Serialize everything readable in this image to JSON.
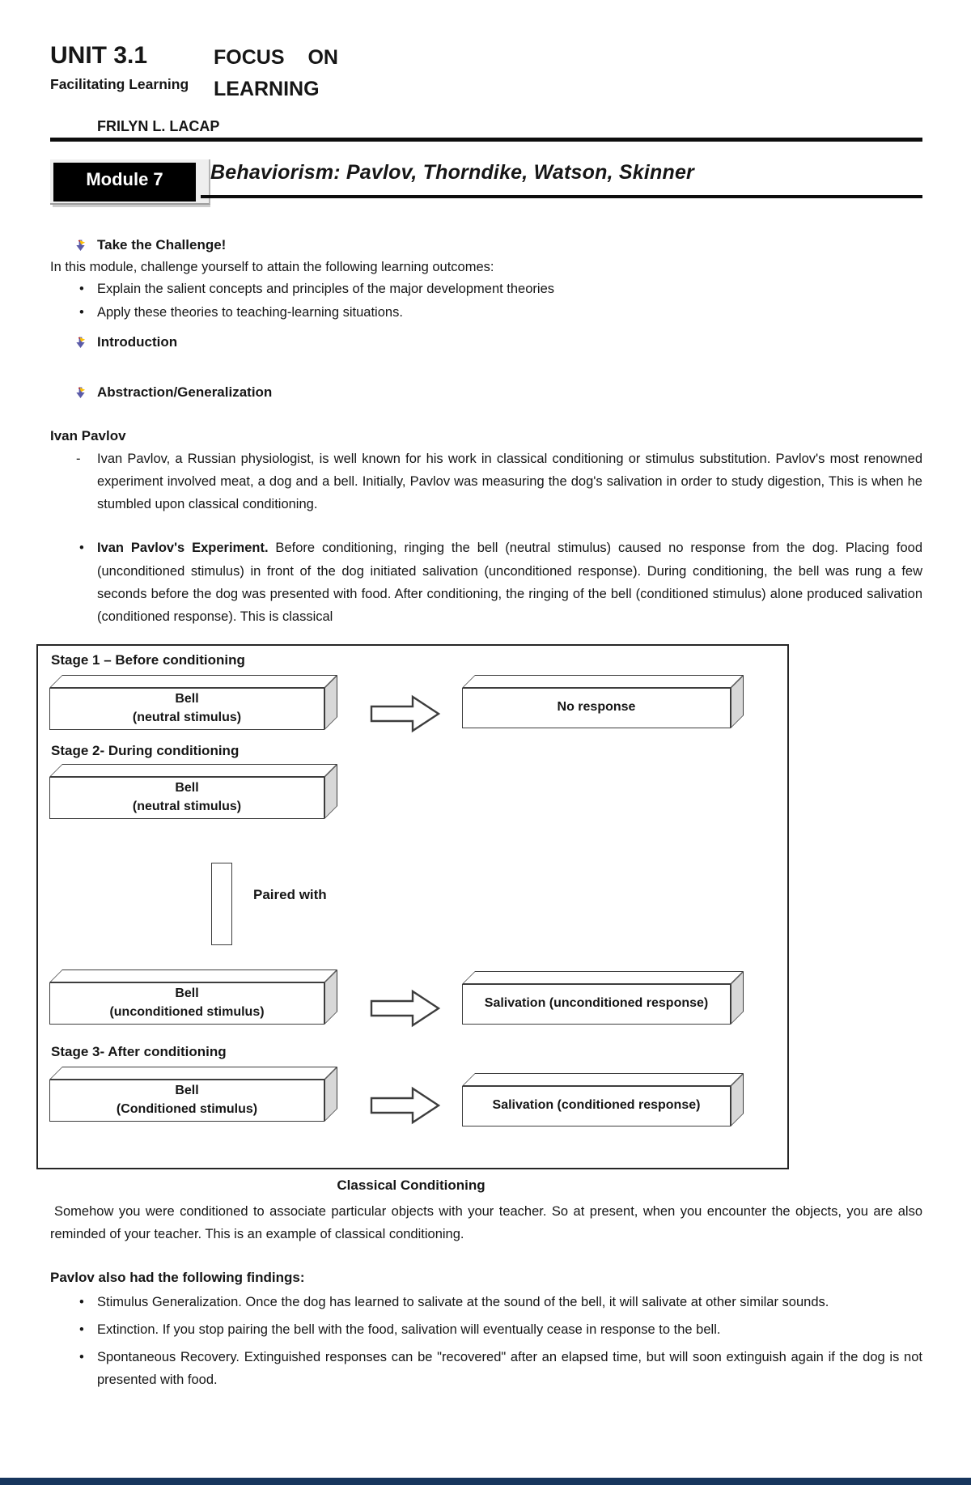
{
  "header": {
    "unit": "UNIT 3.1",
    "subject": "Facilitating Learning",
    "course_line1": "FOCUS ON",
    "course_line2": "LEARNING",
    "author": "FRILYN L. LACAP"
  },
  "module": {
    "label": "Module 7",
    "title": "Behaviorism: Pavlov, Thorndike, Watson, Skinner"
  },
  "glyphs": {
    "bullet": "•",
    "dash": "-"
  },
  "challenge": {
    "heading": "Take the Challenge!",
    "intro": "In this module, challenge yourself to attain the following learning outcomes:",
    "outcomes": [
      "Explain the salient concepts and principles of the major development theories",
      "Apply these theories to teaching-learning situations."
    ]
  },
  "sections": {
    "introduction": "Introduction",
    "abstraction": "Abstraction/Generalization"
  },
  "pavlov": {
    "heading": "Ivan Pavlov",
    "bio": "Ivan Pavlov, a Russian physiologist, is well known for his work in classical conditioning or stimulus substitution. Pavlov's most renowned experiment involved meat, a dog and a bell. Initially, Pavlov was measuring the dog's salivation in order to study digestion, This is when he stumbled upon classical conditioning.",
    "experiment_lead": "Ivan Pavlov's Experiment.",
    "experiment_body": " Before conditioning, ringing the bell (neutral stimulus) caused no response from the dog. Placing food (unconditioned stimulus) in front of the dog initiated salivation (unconditioned response). During conditioning, the bell was rung a few seconds before the dog was presented with food. After conditioning, the ringing of the bell (conditioned stimulus) alone produced salivation (conditioned response). This is classical"
  },
  "diagram": {
    "stage1": "Stage 1 – Before conditioning",
    "stage2": "Stage 2- During conditioning",
    "stage3": "Stage 3- After conditioning",
    "bell_neutral_line1": "Bell",
    "bell_neutral_line2": "(neutral stimulus)",
    "no_response": "No response",
    "paired": "Paired with",
    "bell_uncond_line1": "Bell",
    "bell_uncond_line2": "(unconditioned stimulus)",
    "saliv_uncond": "Salivation (unconditioned response)",
    "bell_cond_line1": "Bell",
    "bell_cond_line2": "(Conditioned stimulus)",
    "saliv_cond": "Salivation (conditioned response)",
    "caption": "Classical Conditioning"
  },
  "closing": {
    "somehow": "Somehow you were conditioned to associate particular objects with your teacher. So at present, when you encounter the objects, you are also reminded of your teacher. This is an example of classical conditioning."
  },
  "findings": {
    "heading": "Pavlov also had the following findings:",
    "items": [
      "Stimulus Generalization. Once the dog has learned to salivate at the sound of the bell, it will salivate at other similar sounds.",
      "Extinction. If you stop pairing the bell with the food, salivation will eventually cease in response to the bell.",
      "Spontaneous Recovery. Extinguished responses can be \"recovered\" after an elapsed time, but will soon extinguish again if the dog is not presented with food."
    ]
  },
  "colors": {
    "module_box": "#000000",
    "bottom_bar": "#17365d",
    "bullet_icon_purple": "#5b5ba8",
    "bullet_icon_yellow": "#ffc000",
    "cuboid_side": "#d8d8d8"
  }
}
